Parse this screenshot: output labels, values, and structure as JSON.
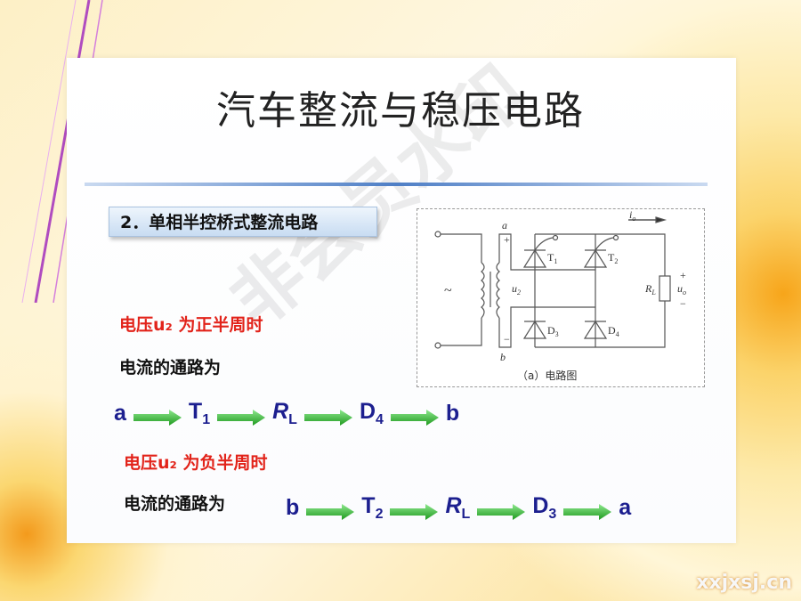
{
  "title": "汽车整流与稳压电路",
  "section": "2．单相半控桥式整流电路",
  "circuit": {
    "caption": "（a）电路图",
    "labels": {
      "a": "a",
      "b": "b",
      "plus": "+",
      "minus": "−",
      "u2": "u",
      "u2_sub": "2",
      "io": "i",
      "io_sub": "o",
      "T1": "T",
      "T1_sub": "1",
      "T2": "T",
      "T2_sub": "2",
      "D3": "D",
      "D3_sub": "3",
      "D4": "D",
      "D4_sub": "4",
      "RL": "R",
      "RL_sub": "L",
      "uo": "u",
      "uo_sub": "o",
      "ac": "~"
    }
  },
  "positive": {
    "heading": "电压u₂ 为正半周时",
    "path_label": "电流的通路为",
    "nodes": [
      [
        "a",
        ""
      ],
      [
        "T",
        "1"
      ],
      [
        "R",
        "L"
      ],
      [
        "D",
        "4"
      ],
      [
        "b",
        ""
      ]
    ]
  },
  "negative": {
    "heading": "电压u₂ 为负半周时",
    "path_label": "电流的通路为",
    "nodes": [
      [
        "b",
        ""
      ],
      [
        "T",
        "2"
      ],
      [
        "R",
        "L"
      ],
      [
        "D",
        "3"
      ],
      [
        "a",
        ""
      ]
    ]
  },
  "watermark": "非会员水印",
  "site": "xxjxsj.cn",
  "colors": {
    "heading": "#e2231a",
    "path": "#1c1f8f",
    "arrow": "#2db82d"
  }
}
